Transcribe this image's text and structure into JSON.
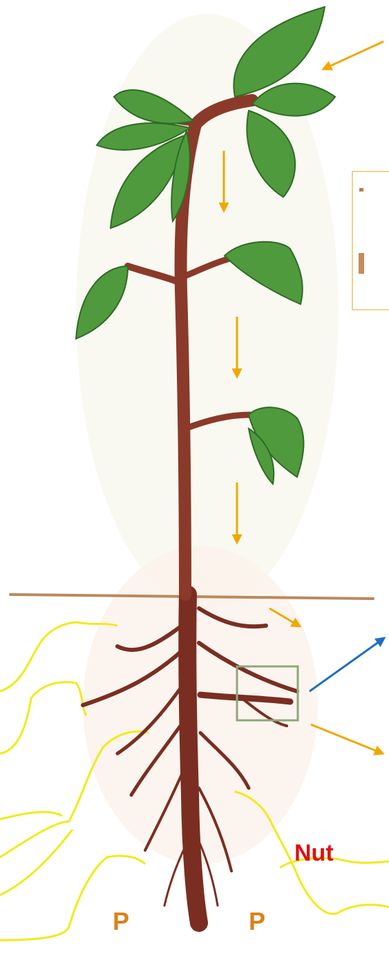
{
  "labels": {
    "nutrient": "Nut",
    "p_left": "P",
    "p_right": "P"
  },
  "colors": {
    "leaf": "#4f9a3c",
    "leaf_dark": "#2f6b26",
    "stem": "#8b3a2a",
    "root": "#7a2e22",
    "flow_arrow": "#f0a800",
    "root_zone_arrow": "#1f6fc0",
    "soil_line": "#b98a5e",
    "particle_outline": "#f2ea1a",
    "nut_text": "#e01010",
    "p_text": "#d9821a",
    "inset_box": "#8da77a"
  },
  "icons": [
    "leaf-icon",
    "stem-icon",
    "root-icon",
    "arrow-down-icon",
    "arrow-icon"
  ]
}
